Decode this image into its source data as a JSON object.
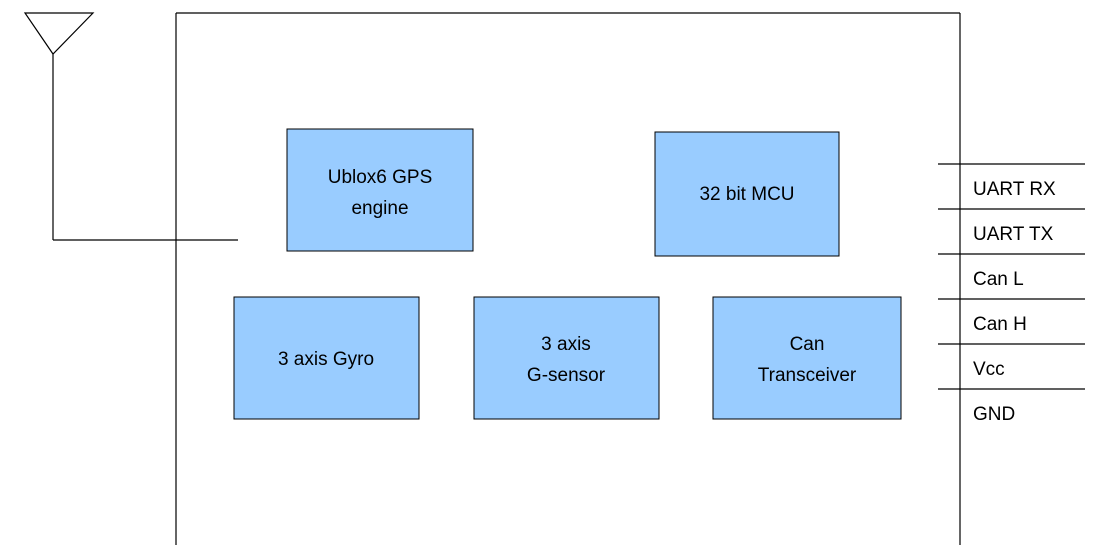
{
  "blocks": [
    {
      "id": "gps",
      "lines": [
        "Ublox6 GPS",
        "engine"
      ]
    },
    {
      "id": "mcu",
      "lines": [
        "32 bit MCU"
      ]
    },
    {
      "id": "gyro",
      "lines": [
        "3 axis Gyro"
      ]
    },
    {
      "id": "gsensor",
      "lines": [
        "3 axis",
        "G-sensor"
      ]
    },
    {
      "id": "can",
      "lines": [
        "Can",
        "Transceiver"
      ]
    }
  ],
  "pins": [
    "UART RX",
    "UART TX",
    "Can L",
    "Can H",
    "Vcc",
    "GND"
  ],
  "colors": {
    "block_fill": "#99ccff",
    "line": "#000000",
    "background": "#ffffff"
  }
}
